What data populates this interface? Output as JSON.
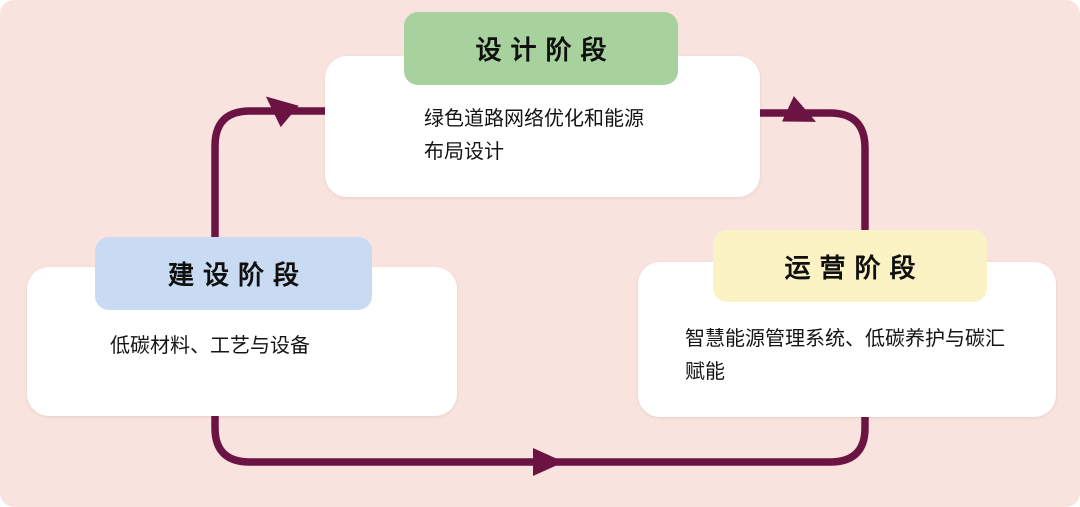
{
  "diagram": {
    "background_color": "#f9e3de",
    "arrow_color": "#6b1343",
    "phases": [
      {
        "id": "design",
        "label": "设计阶段",
        "description": "绿色道路网络优化和能源\n布局设计",
        "header_color": "#a7d29d"
      },
      {
        "id": "construction",
        "label": "建设阶段",
        "description": "低碳材料、工艺与设备",
        "header_color": "#c8dbf2"
      },
      {
        "id": "operation",
        "label": "运营阶段",
        "description": "智慧能源管理系统、低碳养护与碳汇\n赋能",
        "header_color": "#fcf3c5"
      }
    ]
  }
}
